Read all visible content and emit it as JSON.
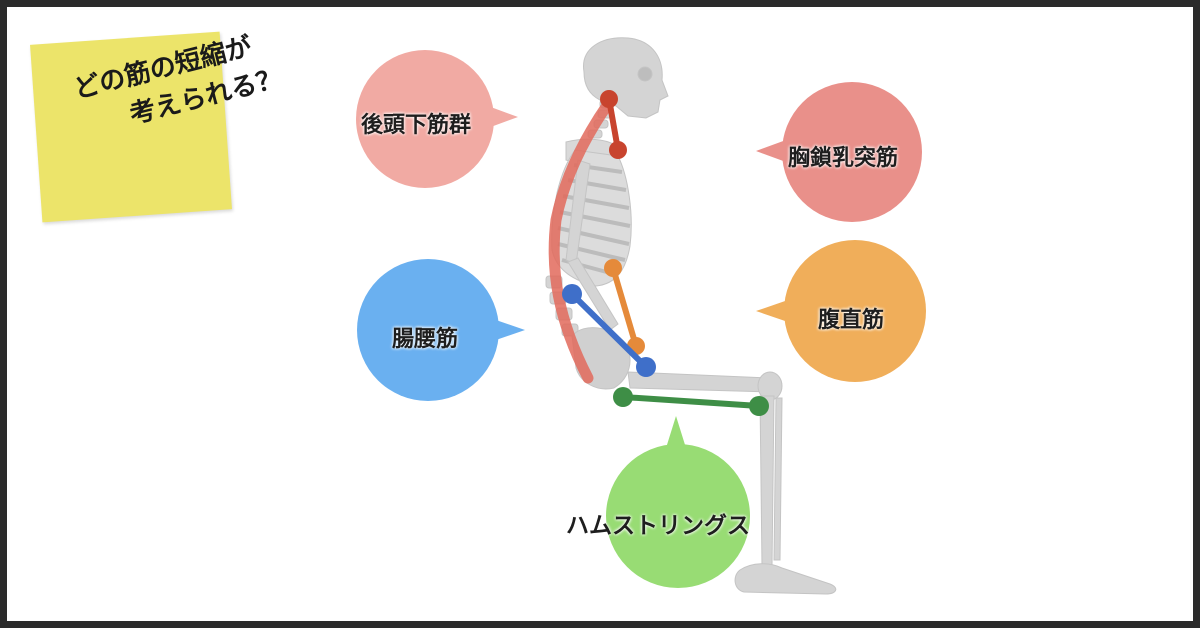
{
  "question": {
    "line1": "どの筋の短縮が",
    "line2": "考えられる？"
  },
  "muscles": {
    "suboccipital": {
      "label": "後頭下筋群",
      "color": "#f1aaa3"
    },
    "scm": {
      "label": "胸鎖乳突筋",
      "color": "#e9908a"
    },
    "iliopsoas": {
      "label": "腸腰筋",
      "color": "#6ab0f0"
    },
    "rectus_abdominis": {
      "label": "腹直筋",
      "color": "#f0ae5a"
    },
    "hamstrings": {
      "label": "ハムストリングス",
      "color": "#98dc74"
    }
  },
  "colors": {
    "note": "#ece46a",
    "frame": "#2b2b2b",
    "bone": "#d2d2d2",
    "spine_line": "#e26a5c",
    "neck_marker": "#c8442e",
    "abdominal_marker": "#e58a3a",
    "psoas_marker": "#3f6fc9",
    "hamstring_marker": "#3e8e46"
  }
}
